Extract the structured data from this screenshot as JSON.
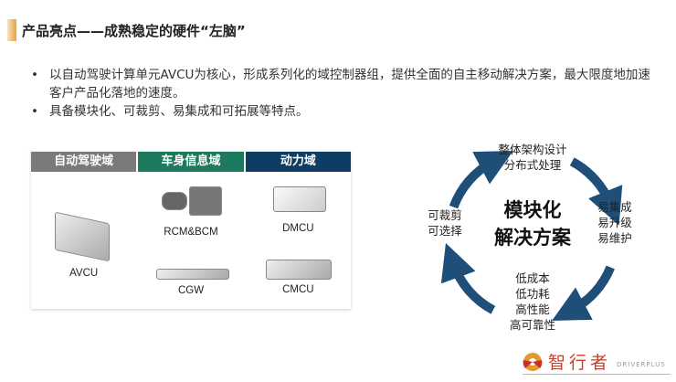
{
  "title": "产品亮点——成熟稳定的硬件“左脑”",
  "bullets": [
    "以自动驾驶计算单元AVCU为核心，形成系列化的域控制器组，提供全面的自主移动解决方案，最大限度地加速客户产品化落地的速度。",
    "具备模块化、可裁剪、易集成和可拓展等特点。"
  ],
  "domains": [
    {
      "name": "自动驾驶域",
      "color": "#7a7a7a",
      "products": [
        "AVCU"
      ]
    },
    {
      "name": "车身信息域",
      "color": "#1e7a5e",
      "products": [
        "RCM&BCM",
        "CGW"
      ]
    },
    {
      "name": "动力域",
      "color": "#0f3c63",
      "products": [
        "DMCU",
        "CMCU"
      ]
    }
  ],
  "cycle": {
    "center": [
      "模块化",
      "解决方案"
    ],
    "top": [
      "整体架构设计",
      "分布式处理"
    ],
    "right": [
      "易集成",
      "易升级",
      "易维护"
    ],
    "bottom": [
      "低成本",
      "低功耗",
      "高性能",
      "高可靠性"
    ],
    "left": [
      "可裁剪",
      "可选择"
    ],
    "color": "#1f4e79"
  },
  "logo": {
    "name": "智行者",
    "en": "DRIVERPLUS"
  }
}
